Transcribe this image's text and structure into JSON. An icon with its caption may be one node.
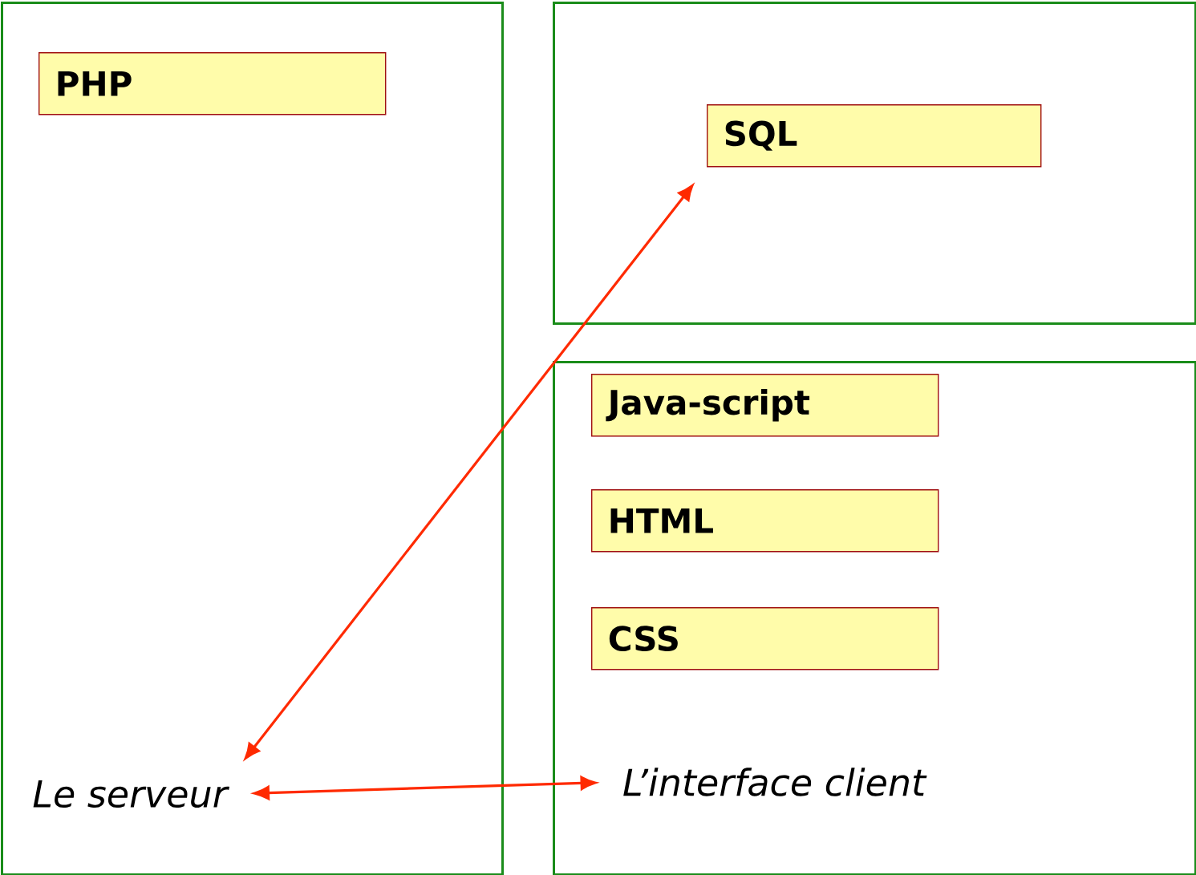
{
  "diagram": {
    "nodes": [
      {
        "text": [],
        "shape": "box"
      },
      {
        "text": [],
        "shape": "box"
      },
      {
        "text": [],
        "shape": "box"
      },
      {
        "text": [
          "PHP"
        ],
        "in": 0
      },
      {
        "text": [
          "SQL"
        ],
        "in": 1
      },
      {
        "text": [
          "Java-script"
        ],
        "in": 2
      },
      {
        "text": [
          "HTML"
        ],
        "in": 2
      },
      {
        "text": [
          "CSS"
        ],
        "in": 2
      },
      {
        "text": [
          "Le serveur"
        ],
        "in": 0
      },
      {
        "text": [
          "L’interface client"
        ],
        "in": 2
      }
    ],
    "edges": [
      {
        "from": 8,
        "to": 4,
        "arrow": "both"
      },
      {
        "from": 8,
        "to": 9,
        "arrow": "both"
      }
    ]
  }
}
